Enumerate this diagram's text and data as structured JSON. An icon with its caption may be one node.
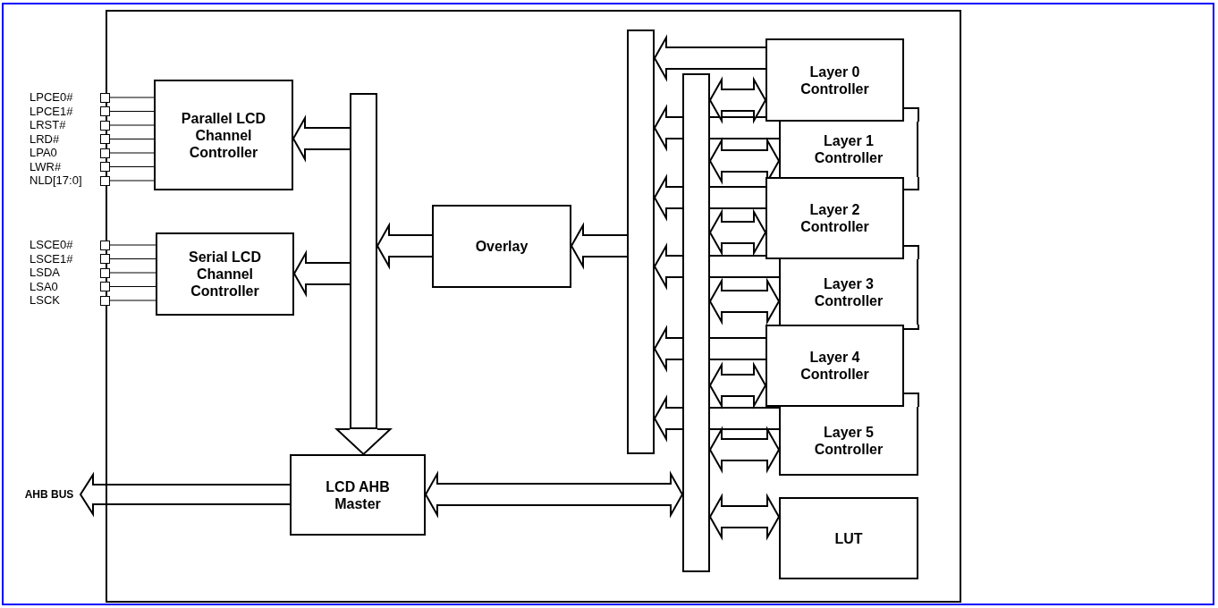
{
  "diagram": {
    "nodes": [
      {
        "text": [],
        "shape": "box"
      },
      {
        "text": [
          "LPCE0#"
        ]
      },
      {
        "text": [
          "LPCE1#"
        ]
      },
      {
        "text": [
          "LRST#"
        ]
      },
      {
        "text": [
          "LRD#"
        ]
      },
      {
        "text": [
          "LPA0"
        ]
      },
      {
        "text": [
          "LWR#"
        ]
      },
      {
        "text": [
          "NLD[17:0]"
        ]
      },
      {
        "text": [
          "Parallel LCD Channel Controller"
        ],
        "in": 0
      },
      {
        "text": [
          "LSCE0#"
        ]
      },
      {
        "text": [
          "LSCE1#"
        ]
      },
      {
        "text": [
          "LSDA"
        ]
      },
      {
        "text": [
          "LSA0"
        ]
      },
      {
        "text": [
          "LSCK"
        ]
      },
      {
        "text": [
          "Serial LCD Channel Controller"
        ],
        "in": 0
      },
      {
        "text": [],
        "shape": "bar",
        "in": 0
      },
      {
        "text": [
          "Overlay"
        ],
        "in": 0
      },
      {
        "text": [],
        "shape": "bar",
        "in": 0
      },
      {
        "text": [],
        "shape": "bar",
        "in": 0
      },
      {
        "text": [
          "Layer 0 Controller"
        ],
        "in": 0
      },
      {
        "text": [
          "Layer 1 Controller"
        ],
        "in": 0
      },
      {
        "text": [
          "Layer 2 Controller"
        ],
        "in": 0
      },
      {
        "text": [
          "Layer 3 Controller"
        ],
        "in": 0
      },
      {
        "text": [
          "Layer 4 Controller"
        ],
        "in": 0
      },
      {
        "text": [
          "Layer 5 Controller"
        ],
        "in": 0
      },
      {
        "text": [
          "LUT"
        ],
        "in": 0
      },
      {
        "text": [
          "AHB BUS"
        ]
      },
      {
        "text": [
          "LCD AHB Master"
        ],
        "in": 0
      }
    ],
    "edges": [
      {
        "from": 1,
        "to": 8,
        "arrow": "none"
      },
      {
        "from": 2,
        "to": 8,
        "arrow": "none"
      },
      {
        "from": 3,
        "to": 8,
        "arrow": "none"
      },
      {
        "from": 4,
        "to": 8,
        "arrow": "none"
      },
      {
        "from": 5,
        "to": 8,
        "arrow": "none"
      },
      {
        "from": 6,
        "to": 8,
        "arrow": "none"
      },
      {
        "from": 7,
        "to": 8,
        "arrow": "none"
      },
      {
        "from": 9,
        "to": 14,
        "arrow": "none"
      },
      {
        "from": 10,
        "to": 14,
        "arrow": "none"
      },
      {
        "from": 11,
        "to": 14,
        "arrow": "none"
      },
      {
        "from": 12,
        "to": 14,
        "arrow": "none"
      },
      {
        "from": 13,
        "to": 14,
        "arrow": "none"
      },
      {
        "from": 19,
        "to": 17,
        "arrow": "to",
        "style": "thick"
      },
      {
        "from": 20,
        "to": 17,
        "arrow": "to",
        "style": "thick"
      },
      {
        "from": 21,
        "to": 17,
        "arrow": "to",
        "style": "thick"
      },
      {
        "from": 22,
        "to": 17,
        "arrow": "to",
        "style": "thick"
      },
      {
        "from": 23,
        "to": 17,
        "arrow": "to",
        "style": "thick"
      },
      {
        "from": 24,
        "to": 17,
        "arrow": "to",
        "style": "thick"
      },
      {
        "from": 18,
        "to": 19,
        "arrow": "both",
        "style": "thick"
      },
      {
        "from": 18,
        "to": 20,
        "arrow": "both",
        "style": "thick"
      },
      {
        "from": 18,
        "to": 21,
        "arrow": "both",
        "style": "thick"
      },
      {
        "from": 18,
        "to": 22,
        "arrow": "both",
        "style": "thick"
      },
      {
        "from": 18,
        "to": 23,
        "arrow": "both",
        "style": "thick"
      },
      {
        "from": 18,
        "to": 24,
        "arrow": "both",
        "style": "thick"
      },
      {
        "from": 18,
        "to": 25,
        "arrow": "both",
        "style": "thick"
      },
      {
        "from": 17,
        "to": 16,
        "arrow": "to",
        "style": "thick"
      },
      {
        "from": 16,
        "to": 15,
        "arrow": "to",
        "style": "thick"
      },
      {
        "from": 15,
        "to": 8,
        "arrow": "to",
        "style": "thick"
      },
      {
        "from": 15,
        "to": 14,
        "arrow": "to",
        "style": "thick"
      },
      {
        "from": 15,
        "to": 27,
        "arrow": "to",
        "style": "thick"
      },
      {
        "from": 27,
        "to": 18,
        "arrow": "both",
        "style": "thick"
      },
      {
        "from": 27,
        "to": 26,
        "arrow": "to",
        "style": "thick"
      }
    ]
  }
}
